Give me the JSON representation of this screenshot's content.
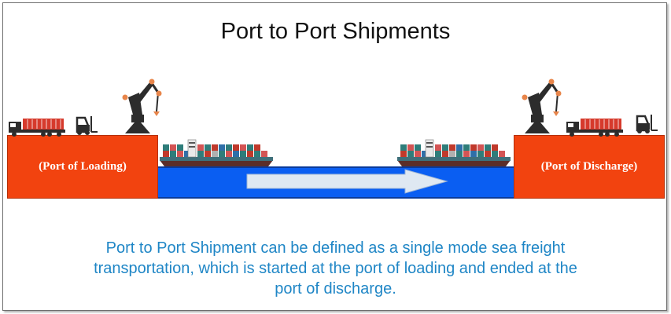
{
  "diagram": {
    "title": "Port to Port Shipments",
    "loading_port_label": "(Port of Loading)",
    "discharge_port_label": "(Port of Discharge)",
    "description_line1": "Port to Port Shipment can be defined as a single mode sea freight",
    "description_line2": "transportation, which is started at the port of loading and ended at the",
    "description_line3": "port of discharge."
  },
  "colors": {
    "port": "#f2430f",
    "water": "#0a5ef2",
    "arrow": "#dfe8f2",
    "description": "#1f86c6"
  },
  "icons": [
    "truck-icon",
    "forklift-icon",
    "crane-icon",
    "container-ship-icon",
    "direction-arrow-icon"
  ]
}
